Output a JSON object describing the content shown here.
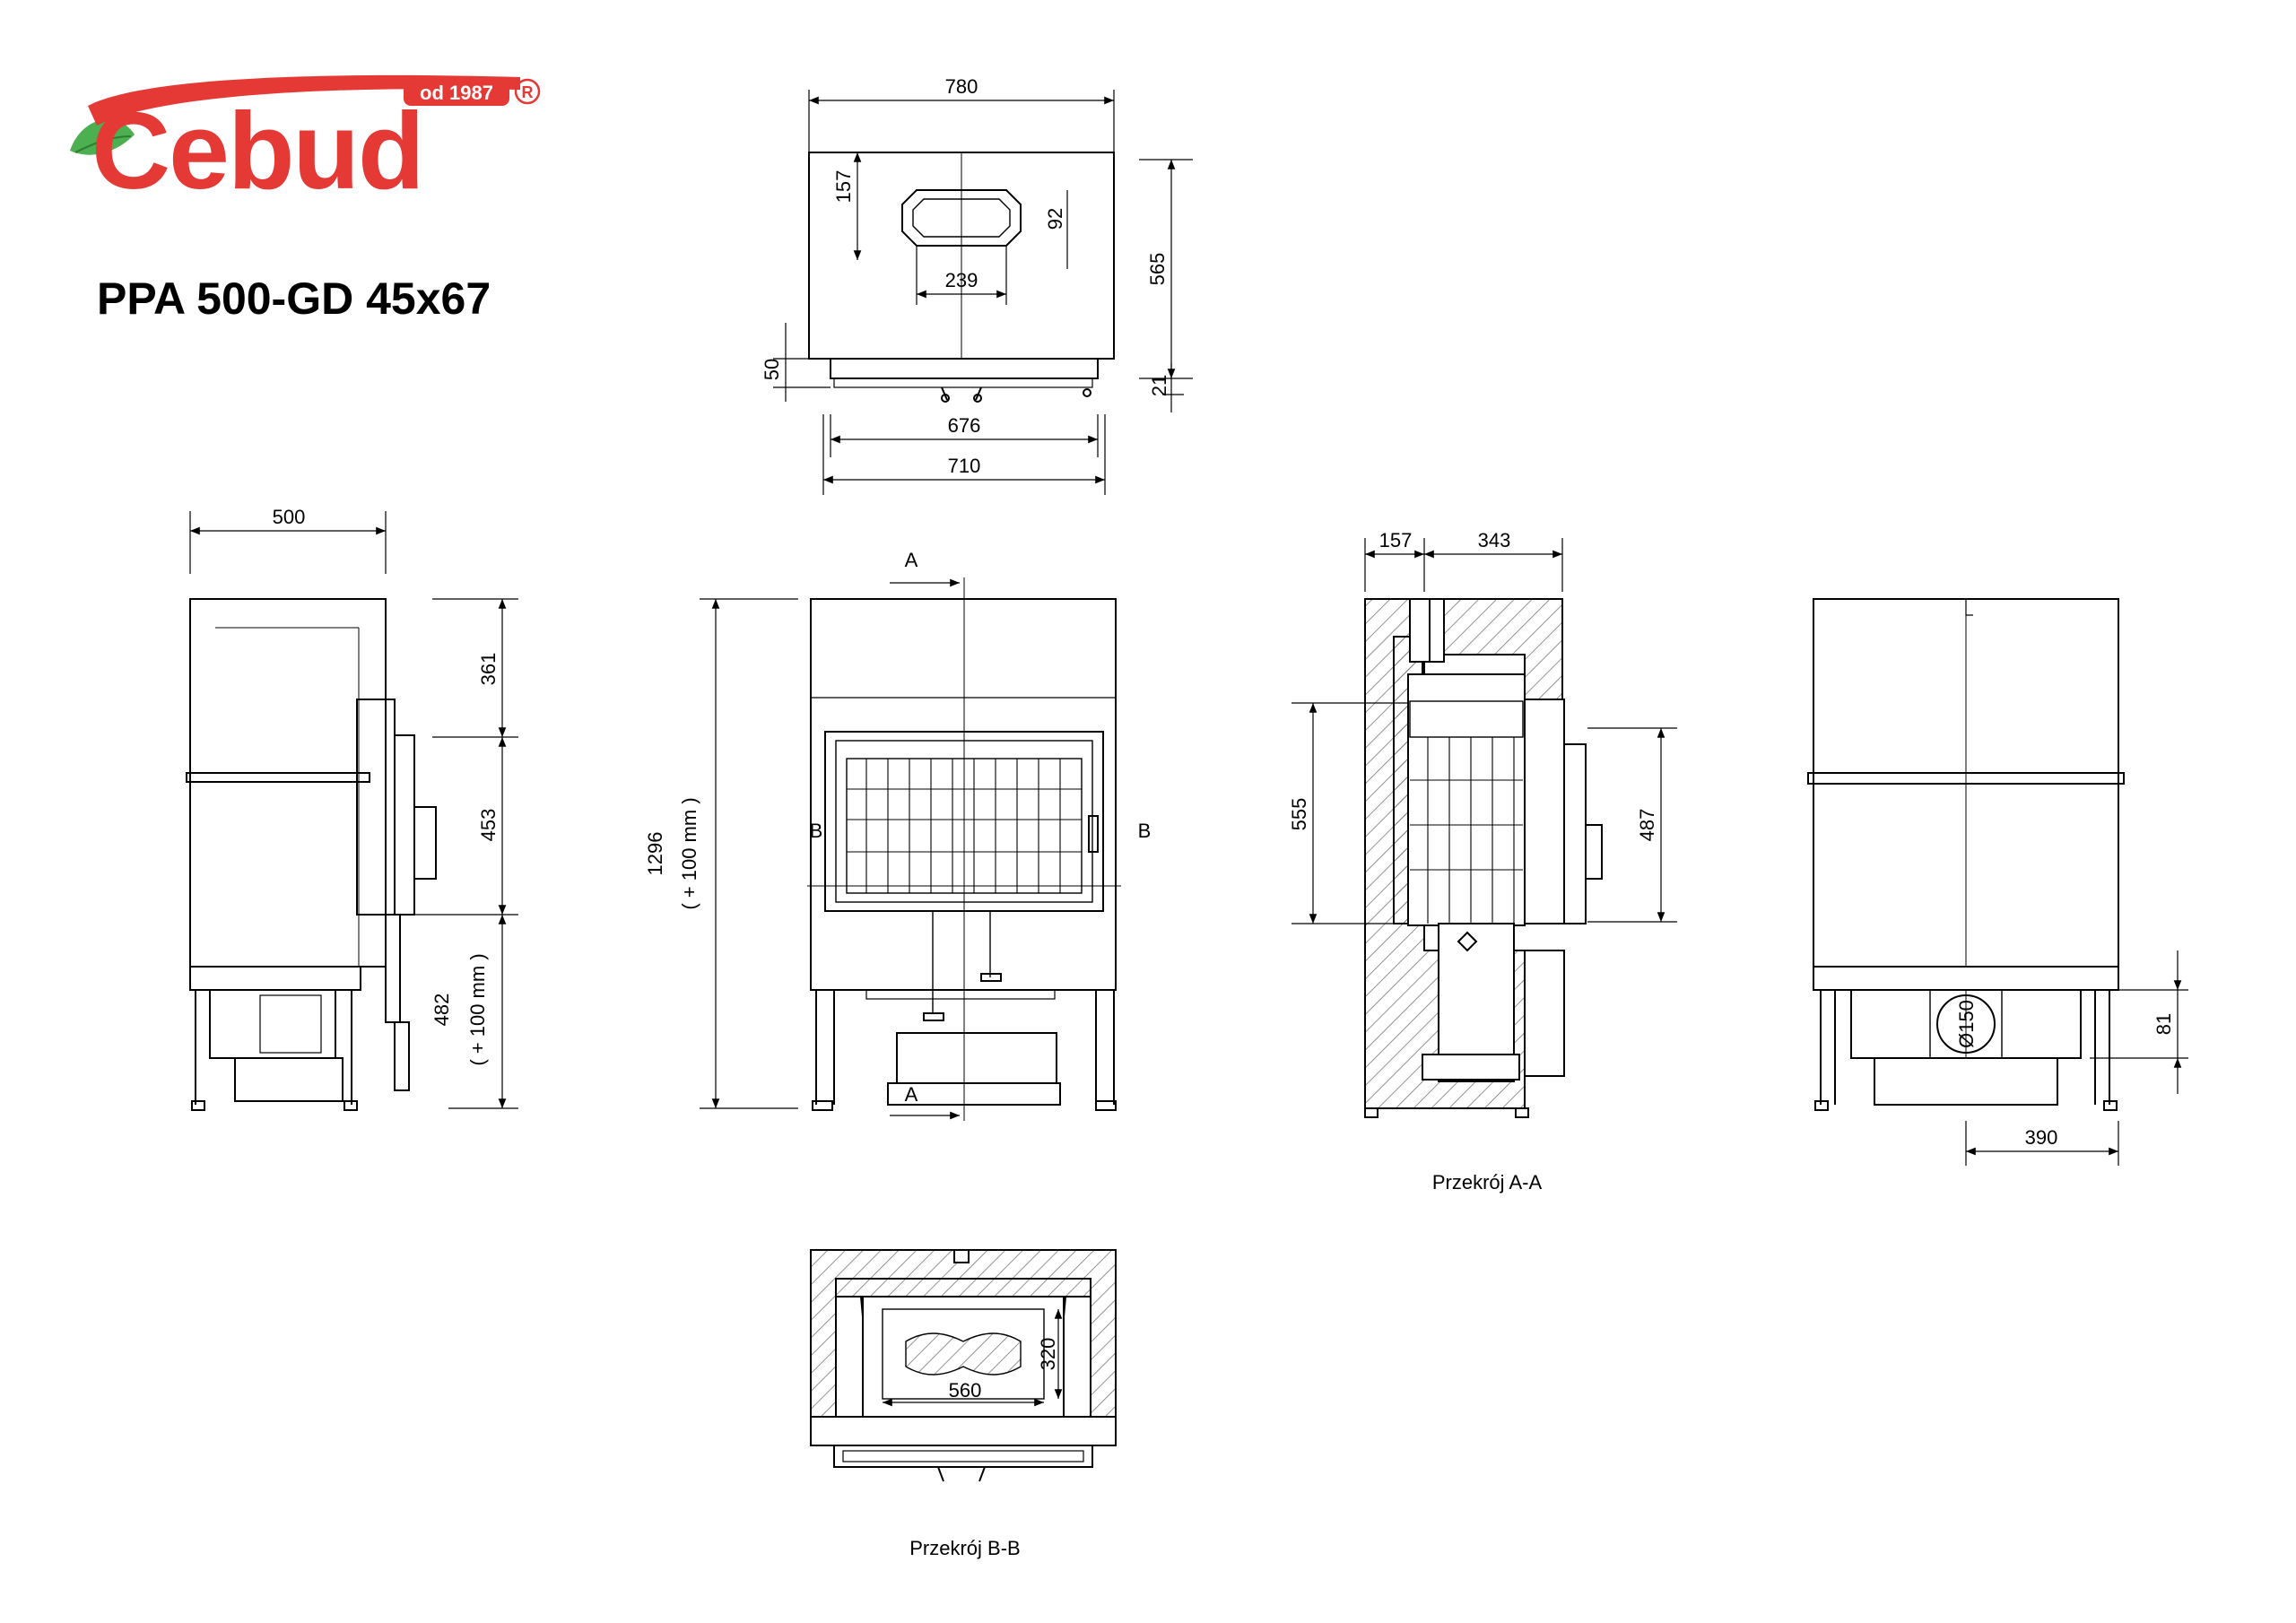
{
  "brand": {
    "name": "Cebud",
    "since": "od 1987",
    "registered": "®",
    "colors": {
      "red": "#e53935",
      "green": "#4caf50"
    }
  },
  "model": "PPA 500-GD 45x67",
  "top_view": {
    "width_total": "780",
    "outlet_offset": "157",
    "outlet_height": "92",
    "outlet_width": "239",
    "depth": "565",
    "frame_height": "50",
    "frame_offset": "21",
    "frame_width_inner": "676",
    "frame_width_outer": "710"
  },
  "side_view": {
    "width": "500",
    "top_segment": "361",
    "door_segment": "453",
    "bottom_segment": "482",
    "bottom_note": "( + 100 mm )"
  },
  "front_view": {
    "height": "1296",
    "height_note": "( + 100 mm )",
    "section_a": "A",
    "section_b": "B"
  },
  "section_aa": {
    "offset": "157",
    "depth": "343",
    "glass_height": "555",
    "door_height": "487",
    "caption": "Przekrój A-A"
  },
  "rear_view": {
    "outlet_diameter": "Ø150",
    "outlet_height": "81",
    "outlet_offset": "390"
  },
  "section_bb": {
    "depth": "320",
    "width": "560",
    "caption": "Przekrój B-B"
  },
  "colors": {
    "line": "#000000",
    "hatch": "#777777",
    "background": "#ffffff"
  }
}
